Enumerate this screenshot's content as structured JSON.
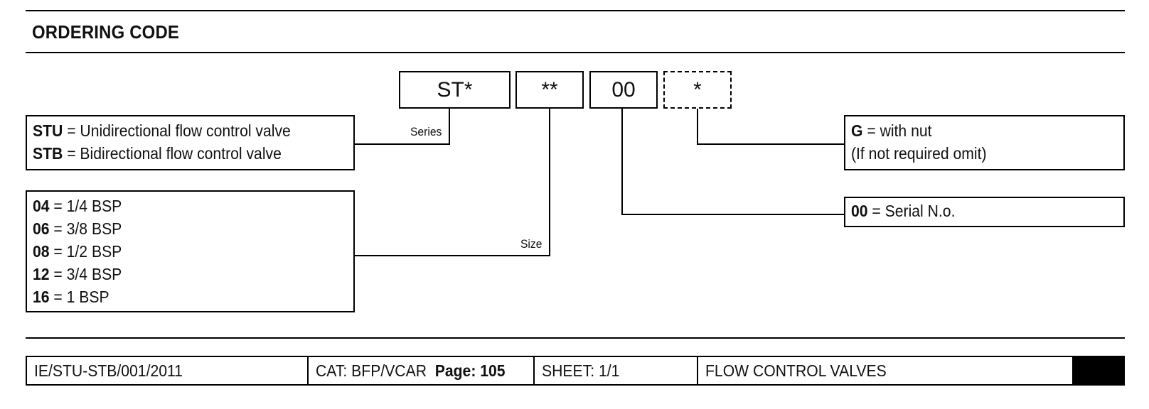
{
  "heading": {
    "title": "ORDERING CODE"
  },
  "code_boxes": [
    {
      "label": "ST*",
      "style": "solid"
    },
    {
      "label": "**",
      "style": "solid"
    },
    {
      "label": "00",
      "style": "solid"
    },
    {
      "label": "*",
      "style": "dashed"
    }
  ],
  "tags": {
    "series": "Series",
    "size": "Size"
  },
  "series_legend": [
    {
      "code": "STU",
      "desc": " = Unidirectional flow control valve"
    },
    {
      "code": "STB",
      "desc": " = Bidirectional flow control valve"
    }
  ],
  "size_legend": [
    {
      "code": "04",
      "desc": " = 1/4 BSP"
    },
    {
      "code": "06",
      "desc": " = 3/8 BSP"
    },
    {
      "code": "08",
      "desc": " = 1/2 BSP"
    },
    {
      "code": "12",
      "desc": " = 3/4 BSP"
    },
    {
      "code": "16",
      "desc": " = 1 BSP"
    }
  ],
  "nut_legend": {
    "code": "G",
    "desc": " = with nut",
    "note": "(If not required omit)"
  },
  "serial_legend": {
    "code": "00",
    "desc": " = Serial N.o."
  },
  "footer": {
    "doc_ref": "IE/STU-STB/001/2011",
    "cat": "CAT: BFP/VCAR",
    "page_label": "Page: 105",
    "sheet": "SHEET: 1/1",
    "section": "FLOW CONTROL VALVES"
  }
}
